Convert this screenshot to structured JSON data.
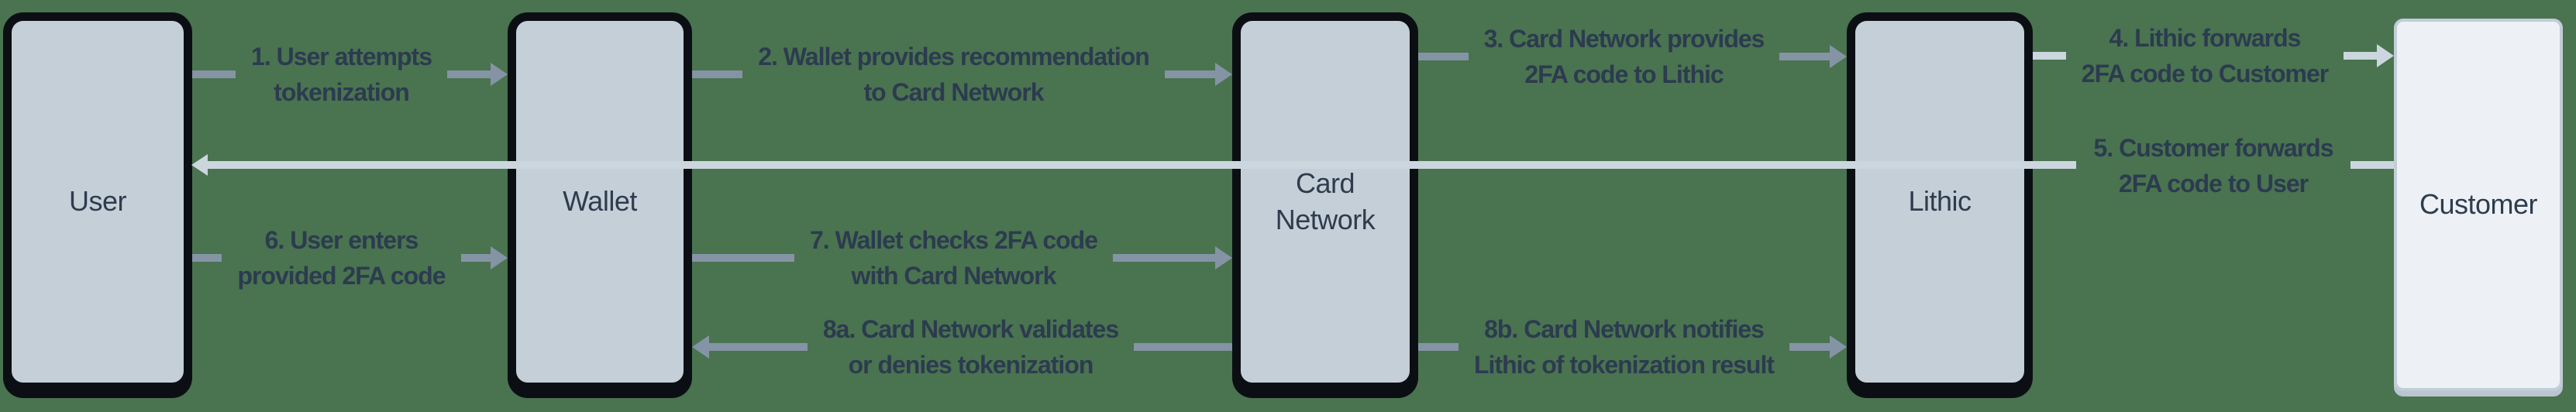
{
  "actors": [
    {
      "label": "User"
    },
    {
      "label": "Wallet"
    },
    {
      "label": "Card\nNetwork"
    },
    {
      "label": "Lithic"
    },
    {
      "label": "Customer"
    }
  ],
  "messages": [
    {
      "step": "1",
      "from": "User",
      "to": "Wallet",
      "direction": "right",
      "label": "1. User attempts\ntokenization"
    },
    {
      "step": "2",
      "from": "Wallet",
      "to": "Card Network",
      "direction": "right",
      "label": "2. Wallet provides recommendation\nto Card Network"
    },
    {
      "step": "3",
      "from": "Card Network",
      "to": "Lithic",
      "direction": "right",
      "label": "3. Card Network provides\n2FA code to Lithic"
    },
    {
      "step": "4",
      "from": "Lithic",
      "to": "Customer",
      "direction": "right",
      "label": "4. Lithic forwards\n2FA code to Customer"
    },
    {
      "step": "5",
      "from": "Customer",
      "to": "User",
      "direction": "left",
      "label": "5. Customer forwards\n2FA code to User"
    },
    {
      "step": "6",
      "from": "User",
      "to": "Wallet",
      "direction": "right",
      "label": "6. User enters\nprovided 2FA code"
    },
    {
      "step": "7",
      "from": "Wallet",
      "to": "Card Network",
      "direction": "right",
      "label": "7. Wallet checks 2FA code\nwith Card Network"
    },
    {
      "step": "8a",
      "from": "Card Network",
      "to": "Wallet",
      "direction": "left",
      "label": "8a. Card Network validates\nor denies tokenization"
    },
    {
      "step": "8b",
      "from": "Card Network",
      "to": "Lithic",
      "direction": "right",
      "label": "8b. Card Network notifies\nLithic of tokenization result"
    }
  ],
  "colors": {
    "background": "#4a7350",
    "actor_fill": "#c5cfd8",
    "actor_border": "#0b0f14",
    "customer_fill": "#edf1f5",
    "customer_border": "#c2cdd7",
    "arrow_dark": "#8494a5",
    "arrow_light": "#ccd6de",
    "text": "#2c3b4f"
  }
}
